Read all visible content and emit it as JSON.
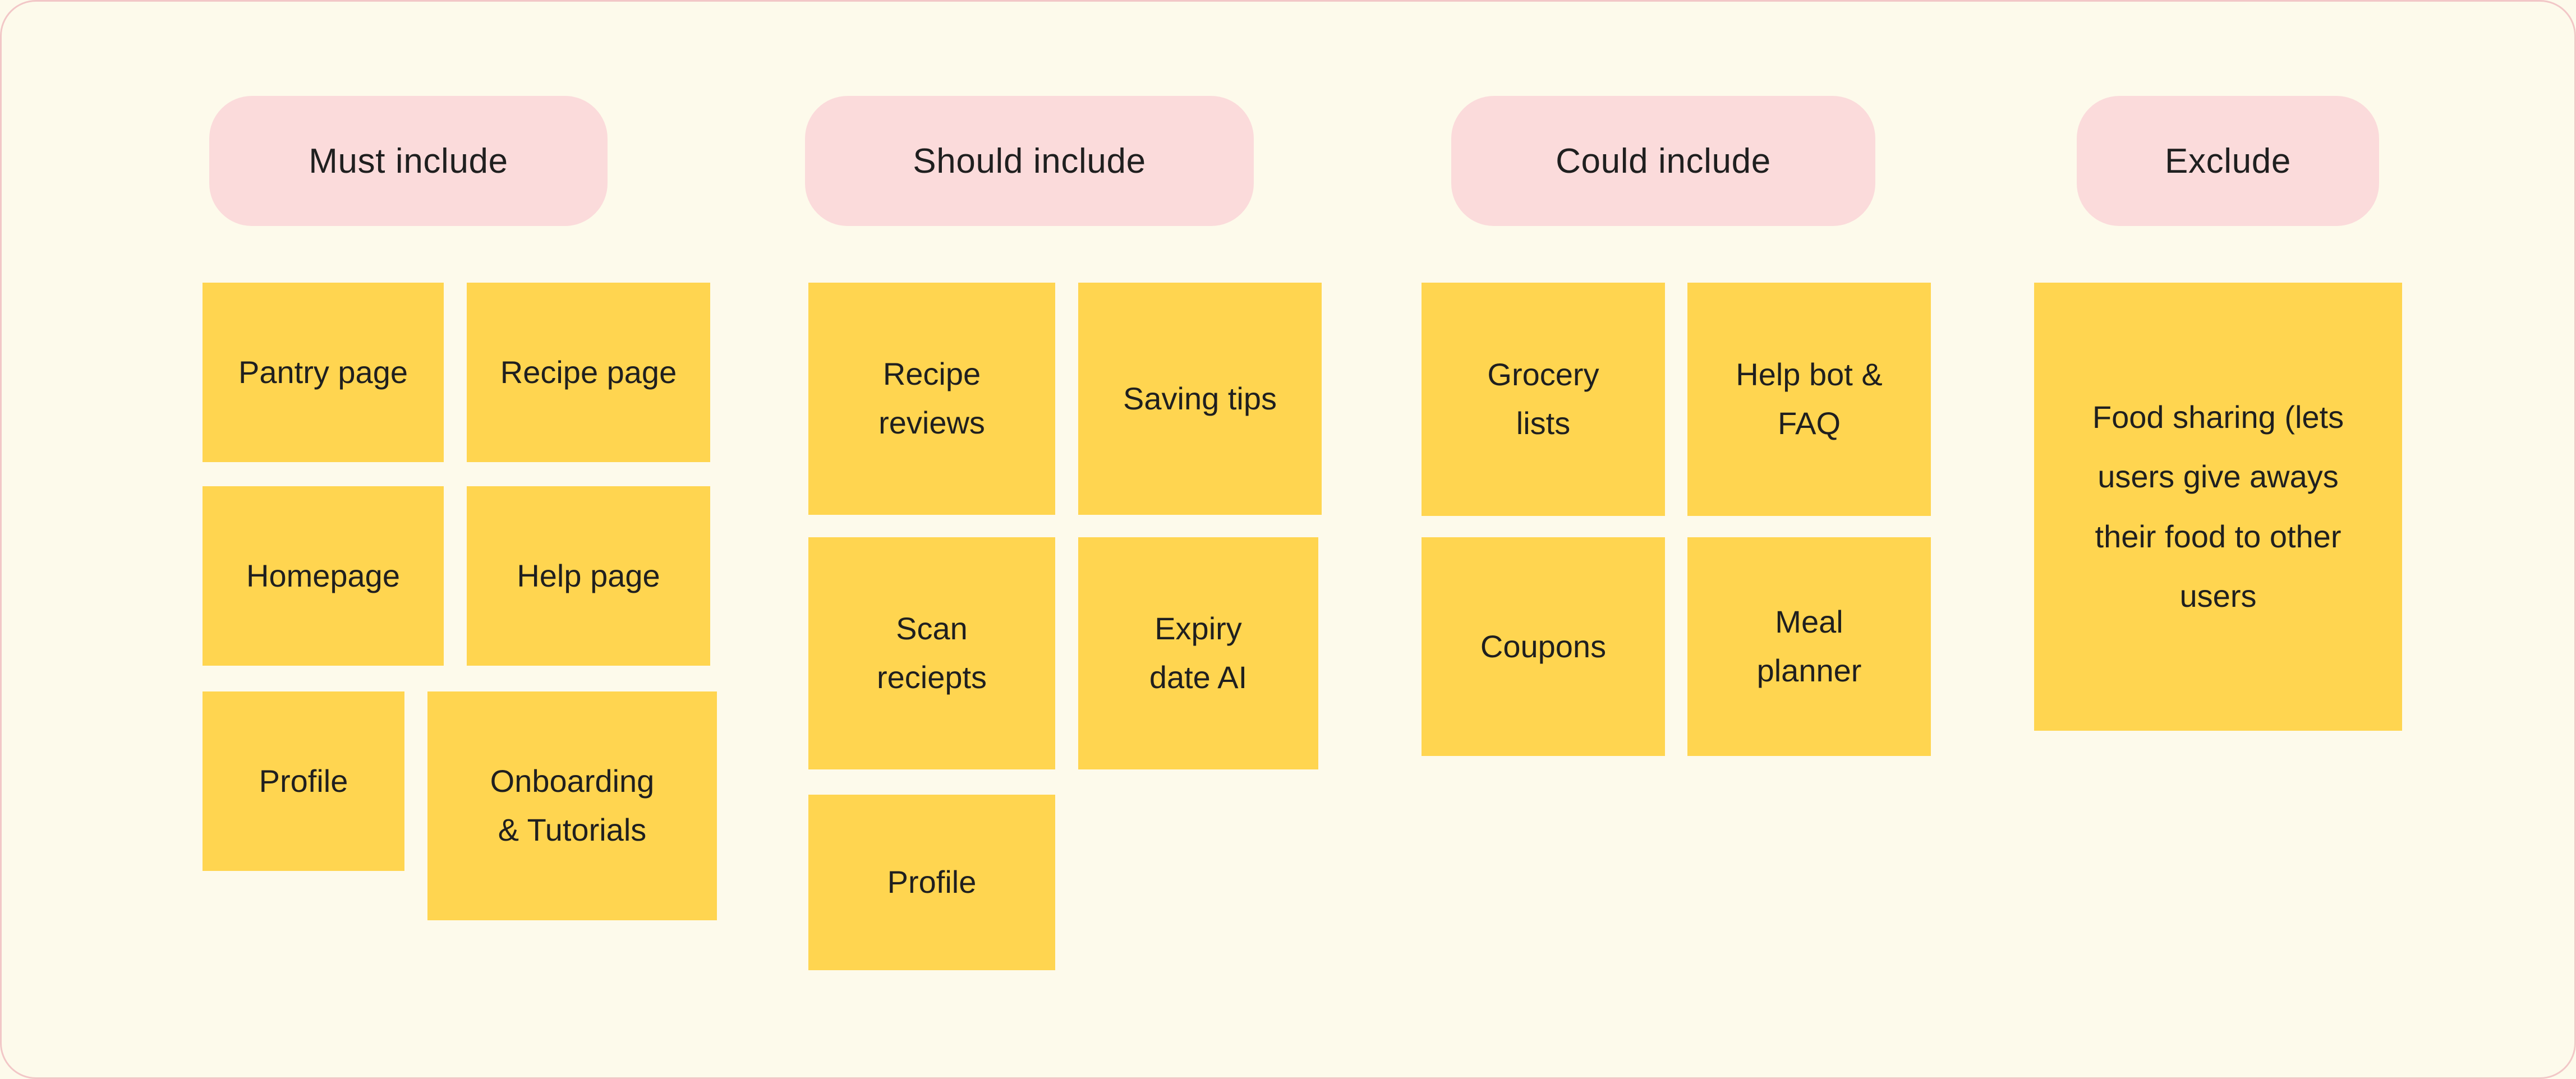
{
  "board": {
    "colors": {
      "background": "#FDFAEB",
      "frame_border": "#F2C7C7",
      "header_pill": "#FBDBDB",
      "sticky": "#FFD550",
      "text": "#1F1F1F"
    },
    "columns": [
      {
        "label": "Must include",
        "notes": [
          {
            "text": "Pantry page"
          },
          {
            "text": "Recipe page"
          },
          {
            "text": "Homepage"
          },
          {
            "text": "Help page"
          },
          {
            "text": "Profile"
          },
          {
            "text": "Onboarding\n& Tutorials"
          }
        ]
      },
      {
        "label": "Should include",
        "notes": [
          {
            "text": "Recipe\nreviews"
          },
          {
            "text": "Saving tips"
          },
          {
            "text": "Scan\nreciepts"
          },
          {
            "text": "Expiry\ndate AI"
          },
          {
            "text": "Profile"
          }
        ]
      },
      {
        "label": "Could include",
        "notes": [
          {
            "text": "Grocery\nlists"
          },
          {
            "text": "Help bot &\nFAQ"
          },
          {
            "text": "Coupons"
          },
          {
            "text": "Meal\nplanner"
          }
        ]
      },
      {
        "label": "Exclude",
        "notes": [
          {
            "text": "Food sharing (lets\nusers give aways\ntheir food to other\nusers"
          }
        ]
      }
    ]
  }
}
